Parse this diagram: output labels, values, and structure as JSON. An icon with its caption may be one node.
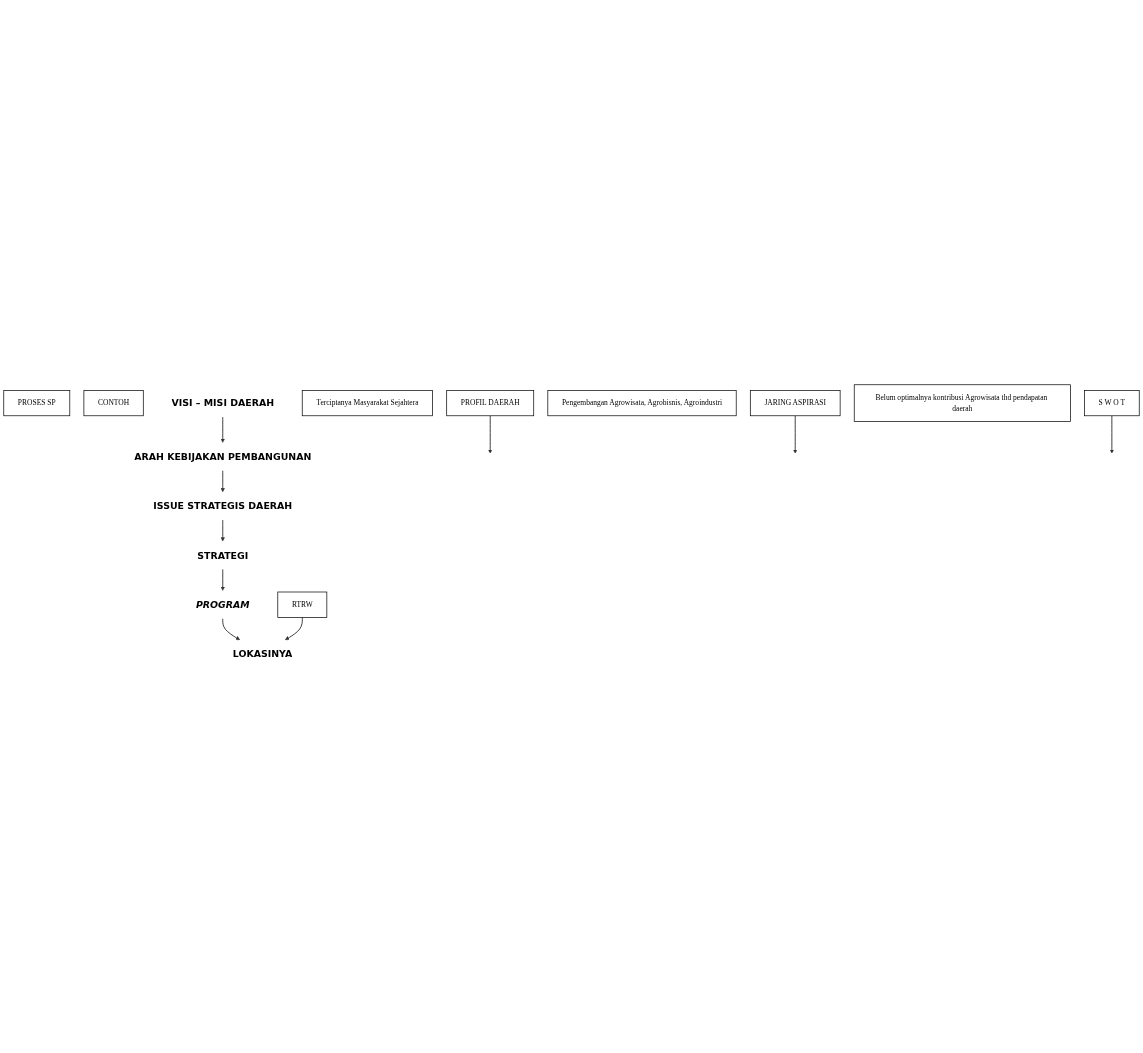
{
  "diagram": {
    "nodes": [
      {
        "text": [
          "PROSES SP"
        ]
      },
      {
        "text": [
          "CONTOH"
        ]
      },
      {
        "text": [
          "VISI – MISI DAERAH"
        ]
      },
      {
        "text": [
          "Terciptanya Masyarakat Sejahtera"
        ]
      },
      {
        "text": [
          "PROFIL DAERAH"
        ]
      },
      {
        "text": [
          "ARAH KEBIJAKAN PEMBANGUNAN"
        ]
      },
      {
        "text": [
          "Pengembangan Agrowisata, Agrobisnis, Agroindustri"
        ]
      },
      {
        "text": [
          "JARING ASPIRASI"
        ]
      },
      {
        "text": [
          "ISSUE STRATEGIS DAERAH"
        ]
      },
      {
        "text": [
          "Belum optimalnya kontribusi Agrowisata thd pendapatan daerah"
        ]
      },
      {
        "text": [
          "S W O T"
        ]
      },
      {
        "text": [
          "STRATEGI"
        ]
      },
      {
        "text": [
          "PROGRAM"
        ]
      },
      {
        "text": [
          "RTRW"
        ]
      },
      {
        "text": [
          "LOKASINYA"
        ]
      }
    ],
    "edges": [
      {
        "from": 2,
        "to": 5,
        "arrow": "to"
      },
      {
        "from": 4,
        "to": null,
        "arrow": "to"
      },
      {
        "from": 5,
        "to": 8,
        "arrow": "to"
      },
      {
        "from": 7,
        "to": null,
        "arrow": "to"
      },
      {
        "from": 8,
        "to": 11,
        "arrow": "to"
      },
      {
        "from": 10,
        "to": null,
        "arrow": "to"
      },
      {
        "from": 11,
        "to": 12,
        "arrow": "to"
      },
      {
        "from": 12,
        "to": 14,
        "arrow": "to"
      },
      {
        "from": 13,
        "to": 14,
        "arrow": "to"
      }
    ]
  }
}
